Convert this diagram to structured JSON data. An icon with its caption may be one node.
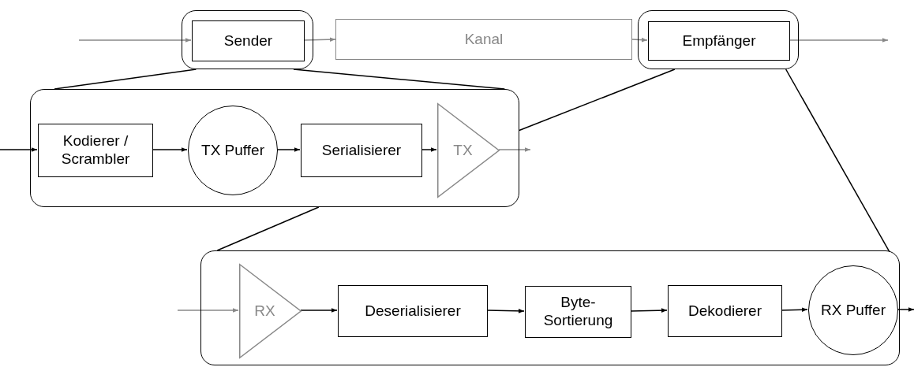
{
  "diagram": {
    "nodes": [
      {
        "text": [],
        "shape": "box"
      },
      {
        "text": [
          "Sender"
        ],
        "in": 0
      },
      {
        "text": [
          "Kanal"
        ]
      },
      {
        "text": [],
        "shape": "box"
      },
      {
        "text": [
          "Empfänger"
        ],
        "in": 3
      },
      {
        "text": [],
        "shape": "box"
      },
      {
        "text": [
          "Kodierer / Scrambler"
        ],
        "in": 5
      },
      {
        "text": [
          "TX Puffer"
        ],
        "in": 5
      },
      {
        "text": [
          "Serialisierer"
        ],
        "in": 5
      },
      {
        "text": [
          "TX"
        ],
        "in": 5
      },
      {
        "text": [],
        "shape": "box"
      },
      {
        "text": [
          "RX"
        ],
        "in": 10
      },
      {
        "text": [
          "Deserialisierer"
        ],
        "in": 10
      },
      {
        "text": [
          "Byte-Sortierung"
        ],
        "in": 10
      },
      {
        "text": [
          "Dekodierer"
        ],
        "in": 10
      },
      {
        "text": [
          "RX Puffer"
        ],
        "in": 10
      }
    ],
    "edges": [
      {
        "from": null,
        "to": 1,
        "arrow": "to",
        "color": "#888888"
      },
      {
        "from": 1,
        "to": 2,
        "arrow": "to",
        "color": "#888888"
      },
      {
        "from": 2,
        "to": 4,
        "arrow": "to",
        "color": "#888888"
      },
      {
        "from": 4,
        "to": null,
        "arrow": "to",
        "color": "#888888"
      },
      {
        "from": 0,
        "to": 5,
        "arrow": "none"
      },
      {
        "from": 0,
        "to": 5,
        "arrow": "none"
      },
      {
        "from": 3,
        "to": 5,
        "arrow": "none"
      },
      {
        "from": 5,
        "to": 10,
        "arrow": "none"
      },
      {
        "from": 3,
        "to": 10,
        "arrow": "none"
      },
      {
        "from": null,
        "to": 6,
        "arrow": "to"
      },
      {
        "from": 6,
        "to": 7,
        "arrow": "to"
      },
      {
        "from": 7,
        "to": 8,
        "arrow": "to"
      },
      {
        "from": 8,
        "to": 9,
        "arrow": "to"
      },
      {
        "from": 9,
        "to": null,
        "arrow": "to",
        "color": "#888888"
      },
      {
        "from": null,
        "to": 11,
        "arrow": "to",
        "color": "#888888"
      },
      {
        "from": 11,
        "to": 12,
        "arrow": "to"
      },
      {
        "from": 12,
        "to": 13,
        "arrow": "to"
      },
      {
        "from": 13,
        "to": 14,
        "arrow": "to"
      },
      {
        "from": 14,
        "to": 15,
        "arrow": "to"
      },
      {
        "from": 15,
        "to": null,
        "arrow": "to"
      }
    ]
  }
}
